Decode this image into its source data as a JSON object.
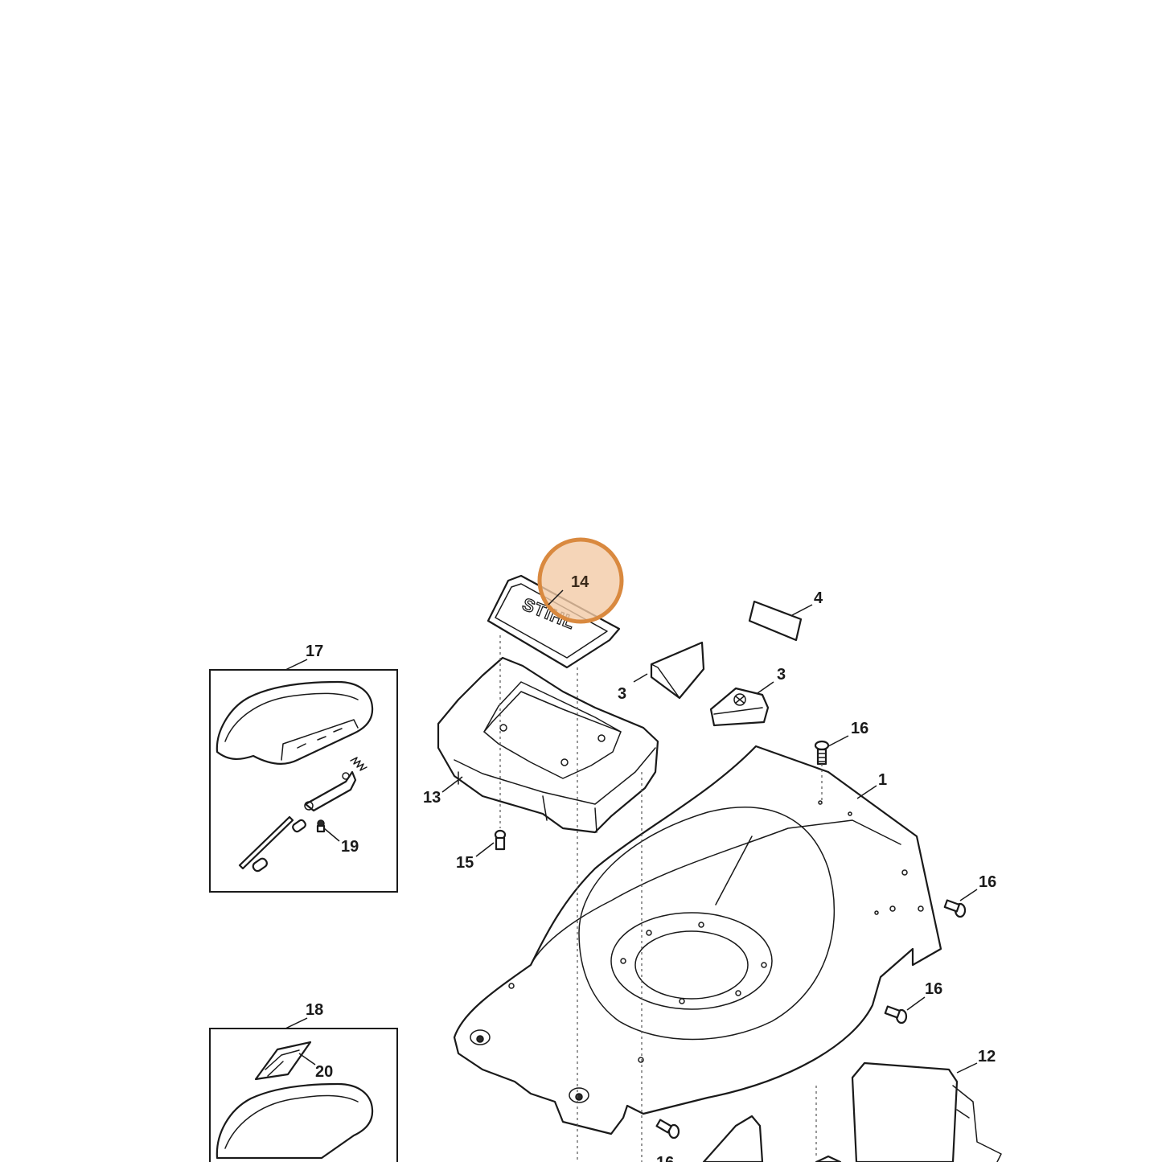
{
  "diagram": {
    "parts": [
      {
        "id": "p1",
        "label": "1"
      },
      {
        "id": "p3a",
        "label": "3"
      },
      {
        "id": "p3b",
        "label": "3"
      },
      {
        "id": "p4",
        "label": "4"
      },
      {
        "id": "p12",
        "label": "12"
      },
      {
        "id": "p13",
        "label": "13"
      },
      {
        "id": "p14",
        "label": "14"
      },
      {
        "id": "p15",
        "label": "15"
      },
      {
        "id": "p16a",
        "label": "16"
      },
      {
        "id": "p16b",
        "label": "16"
      },
      {
        "id": "p16c",
        "label": "16"
      },
      {
        "id": "p16d",
        "label": "16"
      },
      {
        "id": "p17",
        "label": "17"
      },
      {
        "id": "p18",
        "label": "18"
      },
      {
        "id": "p19",
        "label": "19"
      },
      {
        "id": "p20",
        "label": "20"
      }
    ],
    "logo_text": "STIHL",
    "highlighted_part": "14"
  },
  "colors": {
    "highlight_fill": "#f3cba6",
    "highlight_stroke": "#d9893f",
    "line": "#1a1a1a",
    "background": "#ffffff"
  }
}
